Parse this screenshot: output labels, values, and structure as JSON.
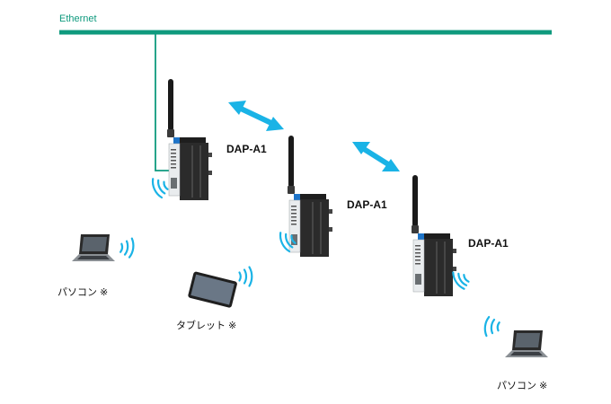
{
  "network": {
    "label": "Ethernet",
    "line_color": "#0f9a7e"
  },
  "devices": [
    {
      "name": "DAP-A1"
    },
    {
      "name": "DAP-A1"
    },
    {
      "name": "DAP-A1"
    }
  ],
  "clients": [
    {
      "label": "パソコン ※",
      "kind": "laptop-icon"
    },
    {
      "label": "タブレット ※",
      "kind": "tablet-icon"
    },
    {
      "label": "パソコン ※",
      "kind": "laptop-icon"
    }
  ],
  "colors": {
    "wireless": "#1ab3e6",
    "link_arrow": "#1ab3e6",
    "device_body": "#2b2b2b",
    "device_accent": "#1e74c8"
  }
}
